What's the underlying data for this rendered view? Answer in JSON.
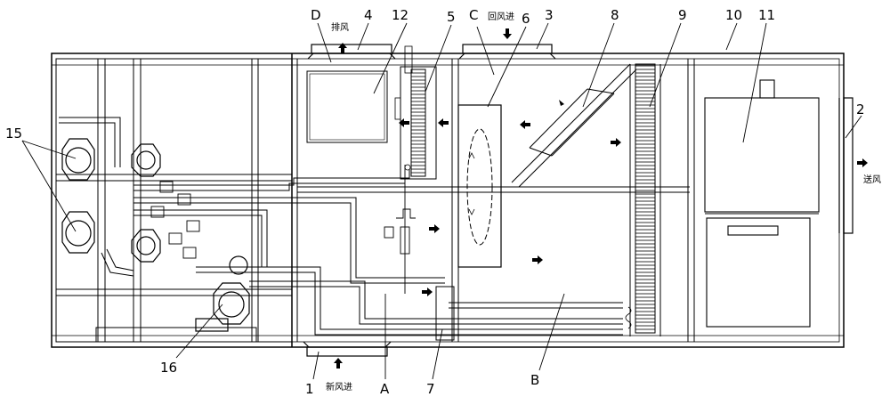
{
  "numbers": {
    "n1": "1",
    "n2": "2",
    "n3": "3",
    "n4": "4",
    "n5": "5",
    "n6": "6",
    "n7": "7",
    "n8": "8",
    "n9": "9",
    "n10": "10",
    "n11": "11",
    "n12": "12",
    "n15": "15",
    "n16": "16"
  },
  "letters": {
    "A": "A",
    "B": "B",
    "C": "C",
    "D": "D"
  },
  "airflow": {
    "exhaust": "排风",
    "return": "回风进",
    "supply": "送风",
    "fresh": "新风进"
  }
}
